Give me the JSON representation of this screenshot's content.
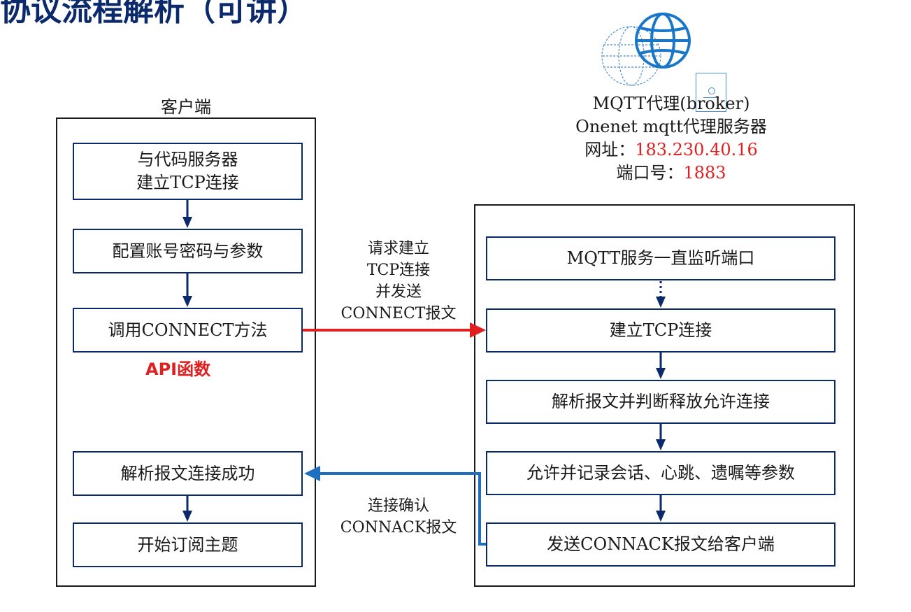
{
  "title": "协议流程解析（可讲）",
  "client": {
    "caption": "客户端",
    "steps": [
      {
        "line1": "与代码服务器",
        "line2": "建立TCP连接"
      },
      {
        "line1": "配置账号密码与参数"
      },
      {
        "line1": "调用CONNECT方法"
      },
      {
        "line1": "解析报文连接成功"
      },
      {
        "line1": "开始订阅主题"
      }
    ],
    "api_label": "API函数"
  },
  "broker": {
    "caption_line1": "MQTT代理(broker)",
    "caption_line2": "Onenet mqtt代理服务器",
    "address_label": "网址：",
    "address_value": "183.230.40.16",
    "port_label": "端口号：",
    "port_value": "1883",
    "steps": [
      {
        "label": "MQTT服务一直监听端口"
      },
      {
        "label": "建立TCP连接"
      },
      {
        "label": "解析报文并判断释放允许连接"
      },
      {
        "label": "允许并记录会话、心跳、遗嘱等参数"
      },
      {
        "label": "发送CONNACK报文给客户端"
      }
    ]
  },
  "messages": {
    "request": [
      "请求建立",
      "TCP连接",
      "并发送",
      "CONNECT报文"
    ],
    "ack": [
      "连接确认",
      "CONNACK报文"
    ]
  },
  "colors": {
    "box_border": "#0b2a6b",
    "request_arrow": "#e02020",
    "ack_arrow": "#1f6fc0",
    "highlight_text": "#e02020",
    "title": "#0b2a6b"
  },
  "icons": {
    "globe": "globe-icon",
    "server": "server-icon"
  }
}
